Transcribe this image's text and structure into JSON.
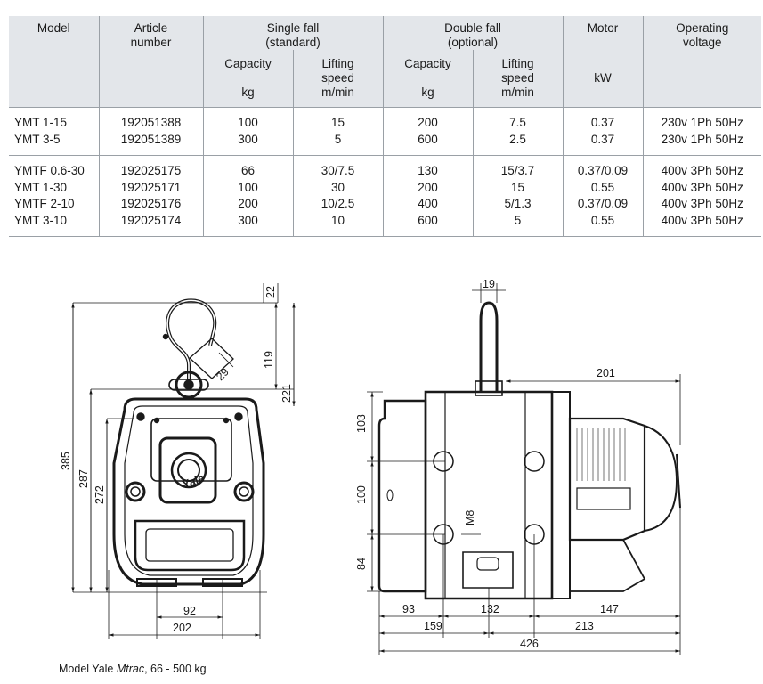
{
  "table": {
    "headers": {
      "model": "Model",
      "article": [
        "Article",
        "number"
      ],
      "single_fall": [
        "Single fall",
        "(standard)"
      ],
      "double_fall": [
        "Double fall",
        "(optional)"
      ],
      "motor": "Motor",
      "voltage": [
        "Operating",
        "voltage"
      ],
      "capacity": "Capacity",
      "lifting_speed": [
        "Lifting",
        "speed"
      ],
      "unit_kg": "kg",
      "unit_mmin": "m/min",
      "unit_kw": "kW"
    },
    "groups": [
      {
        "rows": [
          {
            "model": "YMT 1-15",
            "article": "192051388",
            "sf_cap": "100",
            "sf_speed": "15",
            "df_cap": "200",
            "df_speed": "7.5",
            "motor": "0.37",
            "voltage": "230v 1Ph 50Hz"
          },
          {
            "model": "YMT 3-5",
            "article": "192051389",
            "sf_cap": "300",
            "sf_speed": "5",
            "df_cap": "600",
            "df_speed": "2.5",
            "motor": "0.37",
            "voltage": "230v 1Ph 50Hz"
          }
        ]
      },
      {
        "rows": [
          {
            "model": "YMTF 0.6-30",
            "article": "192025175",
            "sf_cap": "66",
            "sf_speed": "30/7.5",
            "df_cap": "130",
            "df_speed": "15/3.7",
            "motor": "0.37/0.09",
            "voltage": "400v 3Ph 50Hz"
          },
          {
            "model": "YMT 1-30",
            "article": "192025171",
            "sf_cap": "100",
            "sf_speed": "30",
            "df_cap": "200",
            "df_speed": "15",
            "motor": "0.55",
            "voltage": "400v 3Ph 50Hz"
          },
          {
            "model": "YMTF 2-10",
            "article": "192025176",
            "sf_cap": "200",
            "sf_speed": "10/2.5",
            "df_cap": "400",
            "df_speed": "5/1.3",
            "motor": "0.37/0.09",
            "voltage": "400v 3Ph 50Hz"
          },
          {
            "model": "YMT 3-10",
            "article": "192025174",
            "sf_cap": "300",
            "sf_speed": "10",
            "df_cap": "600",
            "df_speed": "5",
            "motor": "0.55",
            "voltage": "400v 3Ph 50Hz"
          }
        ]
      }
    ]
  },
  "drawing_front": {
    "dims": {
      "d22": "22",
      "d119": "119",
      "d29": "29",
      "d221": "221",
      "d385": "385",
      "d287": "287",
      "d272": "272",
      "d92": "92",
      "d202": "202"
    },
    "brand": "Yale"
  },
  "drawing_side": {
    "dims": {
      "d19": "19",
      "d201": "201",
      "d103": "103",
      "d100": "100",
      "d84": "84",
      "m8": "M8",
      "d93": "93",
      "d132": "132",
      "d147": "147",
      "d159": "159",
      "d213": "213",
      "d426": "426"
    }
  },
  "caption": {
    "prefix": "Model Yale ",
    "italic": "Mtrac",
    "suffix": ", 66 - 500 kg"
  }
}
